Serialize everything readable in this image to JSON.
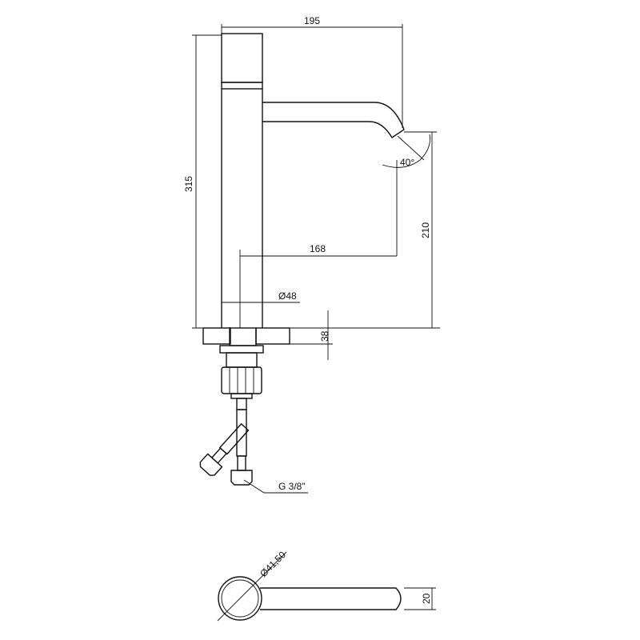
{
  "drawing": {
    "dimensions": {
      "total_width": "195",
      "total_height": "315",
      "spout_height": "210",
      "spout_reach": "168",
      "body_diameter": "Ø48",
      "max_deck_thickness": "38",
      "swivel_angle": "40°",
      "connection_thread": "G 3/8\"",
      "top_view_diameter": "Ø41,50",
      "spout_width": "20"
    },
    "colors": {
      "line": "#111111",
      "background": "#ffffff"
    }
  }
}
